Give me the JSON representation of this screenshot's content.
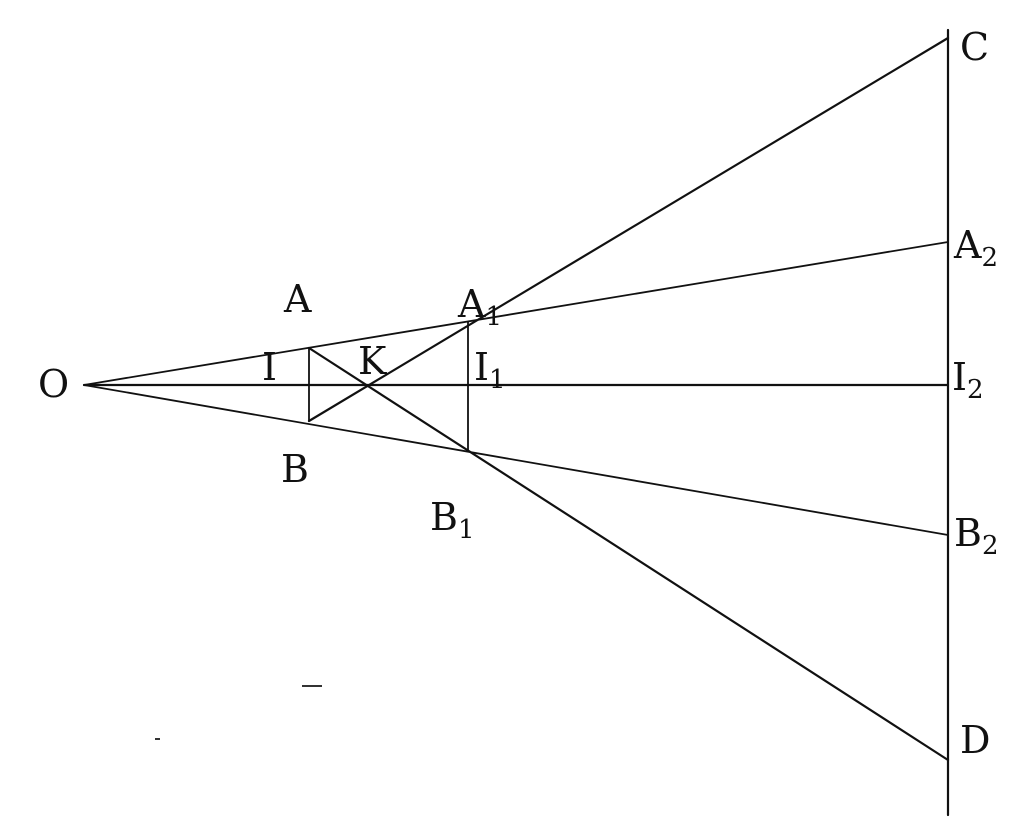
{
  "points": {
    "O": {
      "main": "O",
      "sub": ""
    },
    "A": {
      "main": "A",
      "sub": ""
    },
    "B": {
      "main": "B",
      "sub": ""
    },
    "I": {
      "main": "I",
      "sub": ""
    },
    "K": {
      "main": "K",
      "sub": ""
    },
    "A1": {
      "main": "A",
      "sub": "1"
    },
    "B1": {
      "main": "B",
      "sub": "1"
    },
    "I1": {
      "main": "I",
      "sub": "1"
    },
    "C": {
      "main": "C",
      "sub": ""
    },
    "D": {
      "main": "D",
      "sub": ""
    },
    "A2": {
      "main": "A",
      "sub": "2"
    },
    "B2": {
      "main": "B",
      "sub": "2"
    },
    "I2": {
      "main": "I",
      "sub": "2"
    }
  }
}
